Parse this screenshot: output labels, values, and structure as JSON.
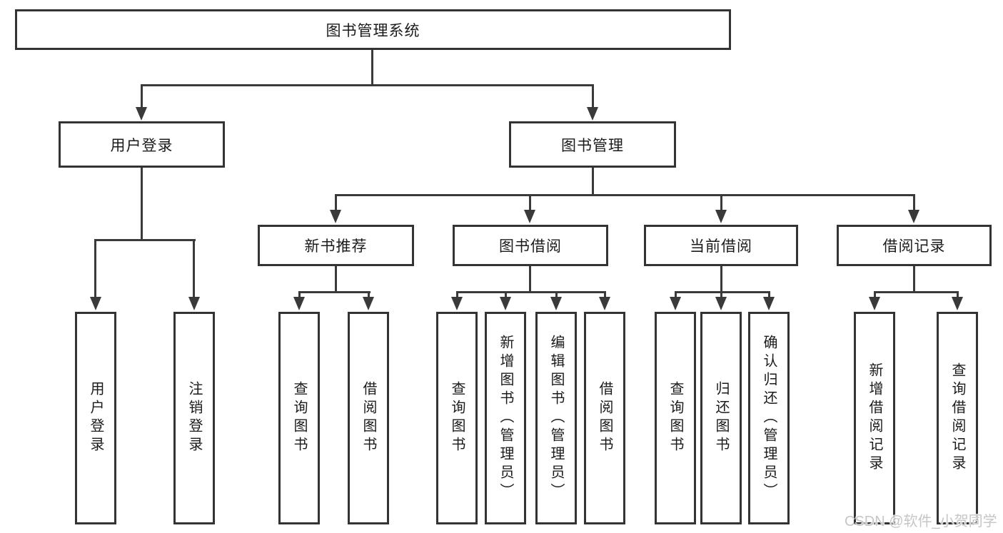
{
  "diagram": {
    "root": {
      "label": "图书管理系统"
    },
    "level2": [
      {
        "label": "用户登录"
      },
      {
        "label": "图书管理"
      }
    ],
    "level3": [
      {
        "label": "新书推荐"
      },
      {
        "label": "图书借阅"
      },
      {
        "label": "当前借阅"
      },
      {
        "label": "借阅记录"
      }
    ],
    "leaves": {
      "user_login": [
        "用户登录",
        "注销登录"
      ],
      "new_book": [
        "查询图书",
        "借阅图书"
      ],
      "book_borrow": [
        "查询图书",
        "新增图书（管理员）",
        "编辑图书（管理员）",
        "借阅图书"
      ],
      "current_borrow": [
        "查询图书",
        "归还图书",
        "确认归还（管理员）"
      ],
      "borrow_record": [
        "新增借阅记录",
        "查询借阅记录"
      ]
    },
    "colors": {
      "line": "#3a3a3a",
      "border": "#333333",
      "text": "#1b1b1b",
      "watermark": "#c6c6c6",
      "background": "#ffffff"
    }
  },
  "watermark": {
    "text": "CSDN @软件_小贺同学"
  }
}
